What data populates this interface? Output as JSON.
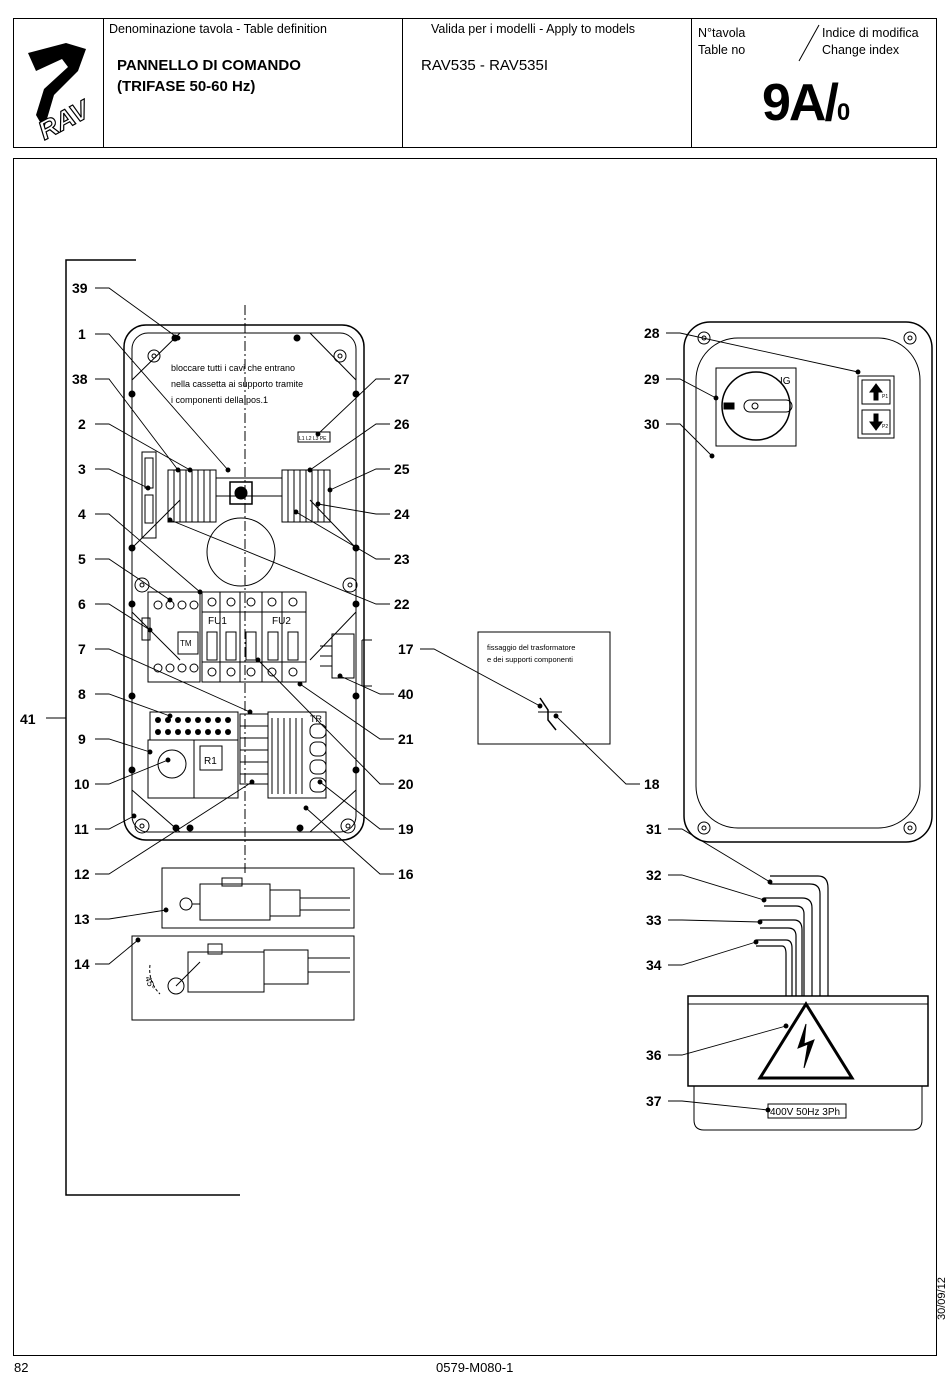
{
  "header": {
    "logo_text": "RAV",
    "definition_caption": "Denominazione tavola - Table definition",
    "title_line1": "PANNELLO DI COMANDO",
    "title_line2": "(TRIFASE 50-60 Hz)",
    "models_caption": "Valida per i modelli - Apply to models",
    "models": "RAV535 - RAV535I",
    "table_no_it": "N°tavola",
    "table_no_en": "Table no",
    "change_it": "Indice di modifica",
    "change_en": "Change index",
    "table_number": "9A/",
    "change_number": "0"
  },
  "drawing": {
    "callouts_left": [
      "39",
      "1",
      "38",
      "2",
      "3",
      "4",
      "5",
      "6",
      "7",
      "8",
      "9",
      "10",
      "11",
      "12",
      "13",
      "14"
    ],
    "callouts_right": [
      "27",
      "26",
      "25",
      "24",
      "23",
      "22",
      "17",
      "40",
      "21",
      "20",
      "19",
      "18",
      "16"
    ],
    "callouts_lid": [
      "28",
      "29",
      "30",
      "31",
      "32",
      "33",
      "34",
      "36",
      "37"
    ],
    "callout_41": "41",
    "note_cables": [
      "bloccare tutti i cavi che entrano",
      "nella cassetta ai supporto tramite",
      "i componenti della pos.1"
    ],
    "note_transformer": [
      "fissaggio del trasformatore",
      "e dei supporti componenti"
    ],
    "fuse_labels": [
      "FU1",
      "FU2"
    ],
    "relay_label": "R1",
    "transformer_label": "TR",
    "contactor_label": "TM",
    "switch_label": "IG",
    "button_labels": [
      "P1",
      "P2"
    ],
    "terminal_label": "L1 L2 L3 PE",
    "angle_label": "45°",
    "voltage_plate": "400V 50Hz 3Ph",
    "side_date": "30/09/12"
  },
  "footer": {
    "page_number": "82",
    "doc_code": "0579-M080-1"
  }
}
